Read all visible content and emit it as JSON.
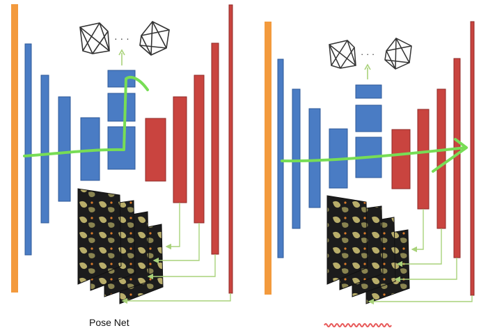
{
  "panels": [
    {
      "id": "left",
      "caption": "Pose Net"
    },
    {
      "id": "right",
      "caption": ""
    }
  ],
  "mesh_separator": "· · ·",
  "colors": {
    "input_bar": "#f39a3d",
    "encoder": "#4a7cc4",
    "encoder_stroke": "#2f5a99",
    "decoder": "#c9443f",
    "decoder_stroke": "#8f2a27",
    "flow_arrow": "#77dd55",
    "skip_line": "#a9d27a",
    "mesh": "#333333",
    "frame_dark": "#1c1c1c",
    "frame_patch": "#c9c07a",
    "squiggle": "#e85a5a"
  },
  "icons": [
    "mesh-icon",
    "up-arrow-icon",
    "flow-arrow-icon",
    "skip-arrow-icon",
    "video-frames-icon"
  ]
}
